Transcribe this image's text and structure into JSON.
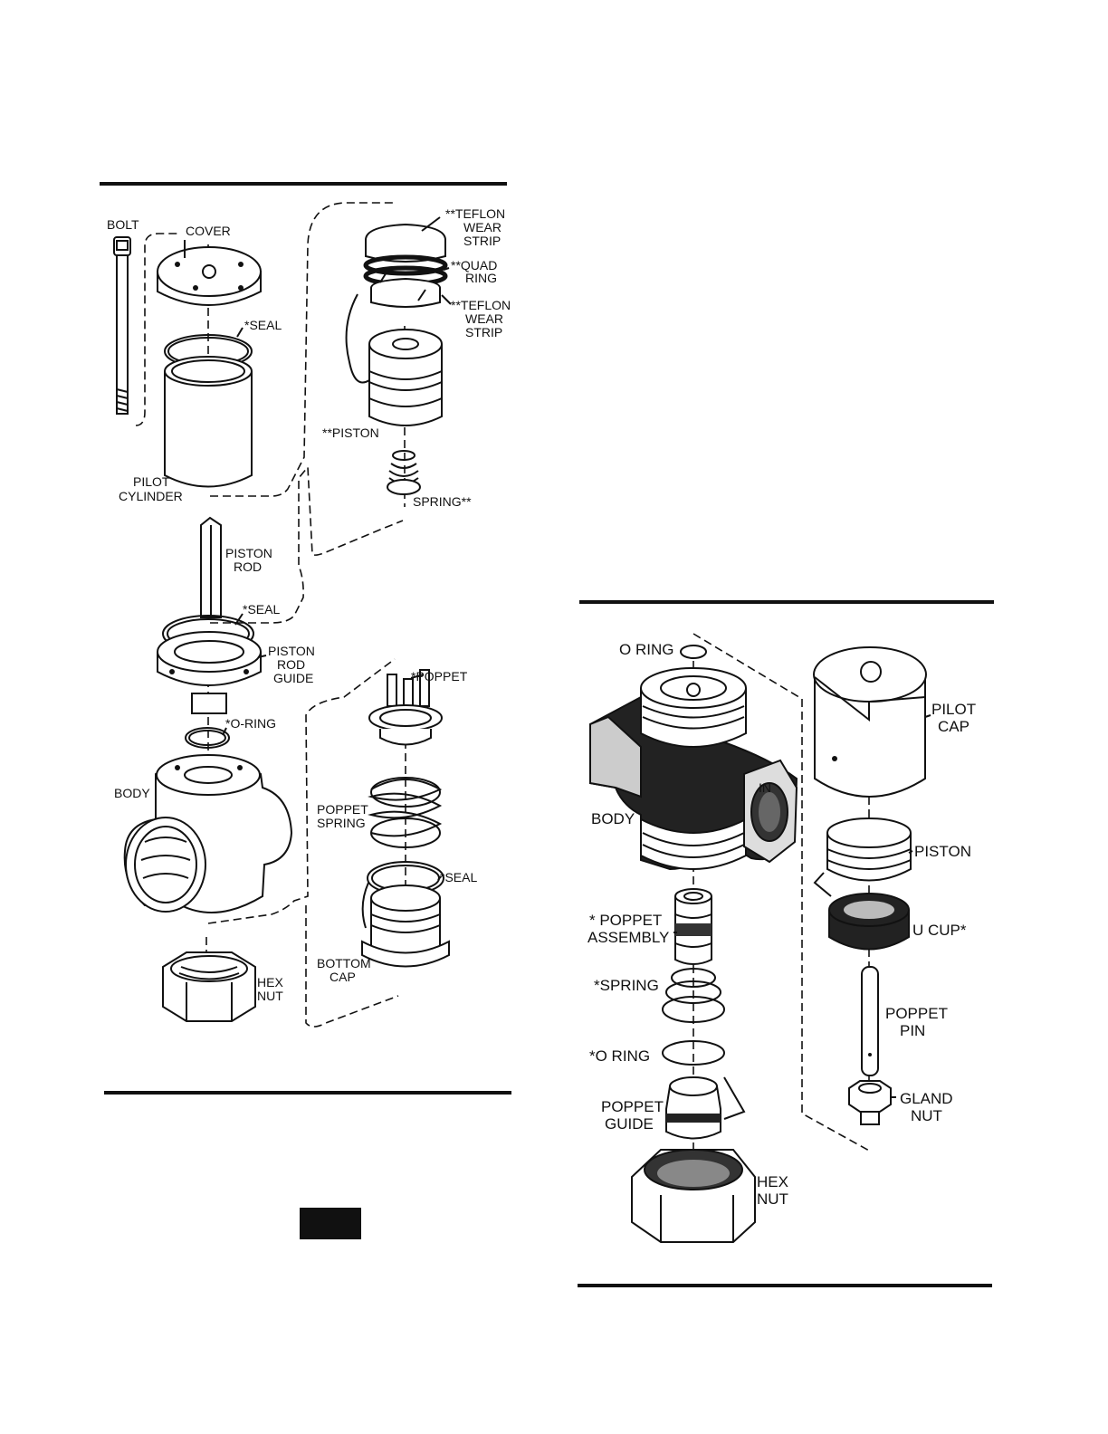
{
  "diagram_left": {
    "labels": {
      "bolt": "BOLT",
      "cover": "COVER",
      "seal_top": "*SEAL",
      "pilot_cylinder": [
        "PILOT",
        "CYLINDER"
      ],
      "teflon_wear_strip_top": [
        "**TEFLON",
        "WEAR",
        "STRIP"
      ],
      "quad_ring": [
        "**QUAD",
        "RING"
      ],
      "teflon_wear_strip_bottom": [
        "**TEFLON",
        "WEAR",
        "STRIP"
      ],
      "piston": "**PISTON",
      "spring": "SPRING**",
      "piston_rod": [
        "PISTON",
        "ROD"
      ],
      "seal_mid": "*SEAL",
      "piston_rod_guide": [
        "PISTON",
        "ROD",
        "GUIDE"
      ],
      "o_ring": "*O-RING",
      "poppet": "*POPPET",
      "body": "BODY",
      "poppet_spring": [
        "POPPET",
        "SPRING"
      ],
      "seal_bottom": "*SEAL",
      "bottom_cap": [
        "BOTTOM",
        "CAP"
      ],
      "hex_nut": [
        "HEX",
        "NUT"
      ]
    }
  },
  "diagram_right": {
    "labels": {
      "o_ring_top": "O RING",
      "pilot_cap": [
        "PILOT",
        "CAP"
      ],
      "body": "BODY",
      "body_marking": "IN",
      "piston": "PISTON",
      "poppet_assembly": [
        "* POPPET",
        "ASSEMBLY"
      ],
      "u_cup": "U CUP*",
      "spring": "*SPRING",
      "poppet_pin": [
        "POPPET",
        "PIN"
      ],
      "o_ring_bottom": "*O RING",
      "gland_nut": [
        "GLAND",
        "NUT"
      ],
      "poppet_guide": [
        "POPPET",
        "GUIDE"
      ],
      "hex_nut": [
        "HEX",
        "NUT"
      ]
    }
  }
}
